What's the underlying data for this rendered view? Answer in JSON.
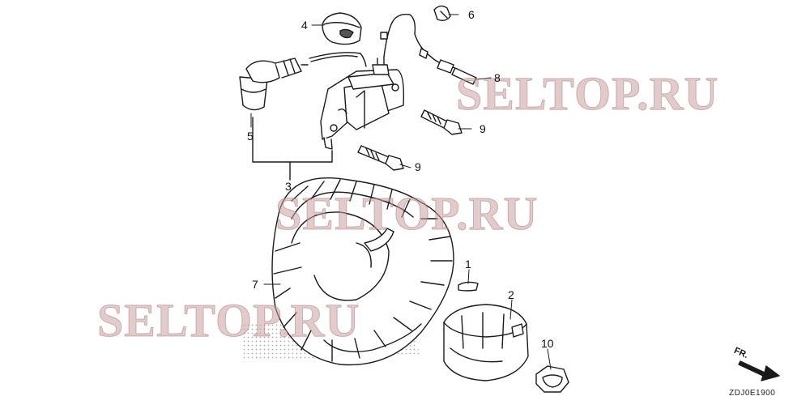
{
  "diagram": {
    "drawing_code": "ZDJ0E1900",
    "direction_label": "FR.",
    "watermark_text": "SELTOP.RU",
    "ink_color": "#1a1a1a",
    "watermark_color": "#cda0a0",
    "callouts": {
      "c1": "1",
      "c2": "2",
      "c3": "3",
      "c4": "4",
      "c5": "5",
      "c6": "6",
      "c7": "7",
      "c8": "8",
      "c9a": "9",
      "c9b": "9",
      "c10": "10"
    }
  }
}
